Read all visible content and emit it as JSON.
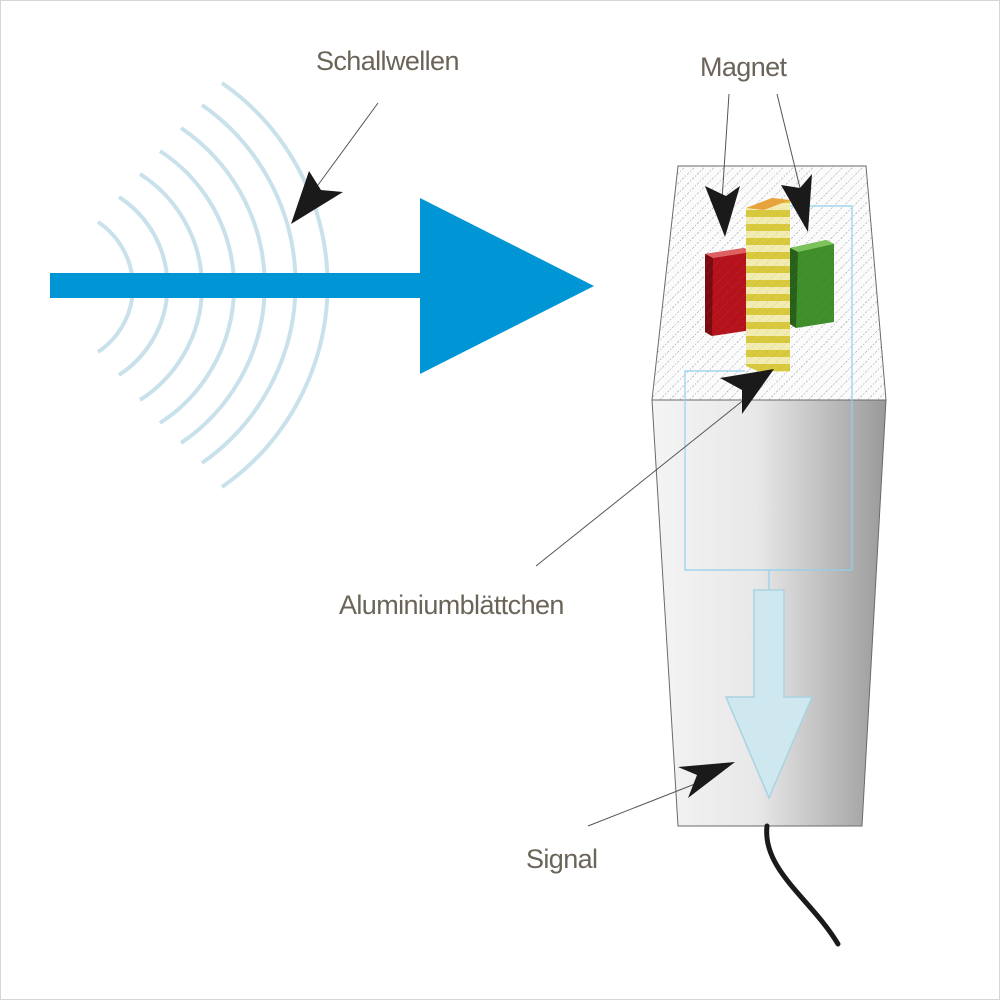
{
  "labels": {
    "sound_waves": "Schallwellen",
    "magnet": "Magnet",
    "aluminium_foil": "Aluminiumblättchen",
    "signal": "Signal"
  },
  "colors": {
    "direction_arrow": "#0096d6",
    "sound_wave": "#c9e1ea",
    "magnet_left": "#b5121b",
    "magnet_right": "#3e8f2a",
    "foil": "#e3d35a",
    "signal_arrow": "#cfe7ee",
    "coil_line": "#8fd0ef",
    "cable": "#1a1a1a",
    "label_text": "#6b6459"
  }
}
